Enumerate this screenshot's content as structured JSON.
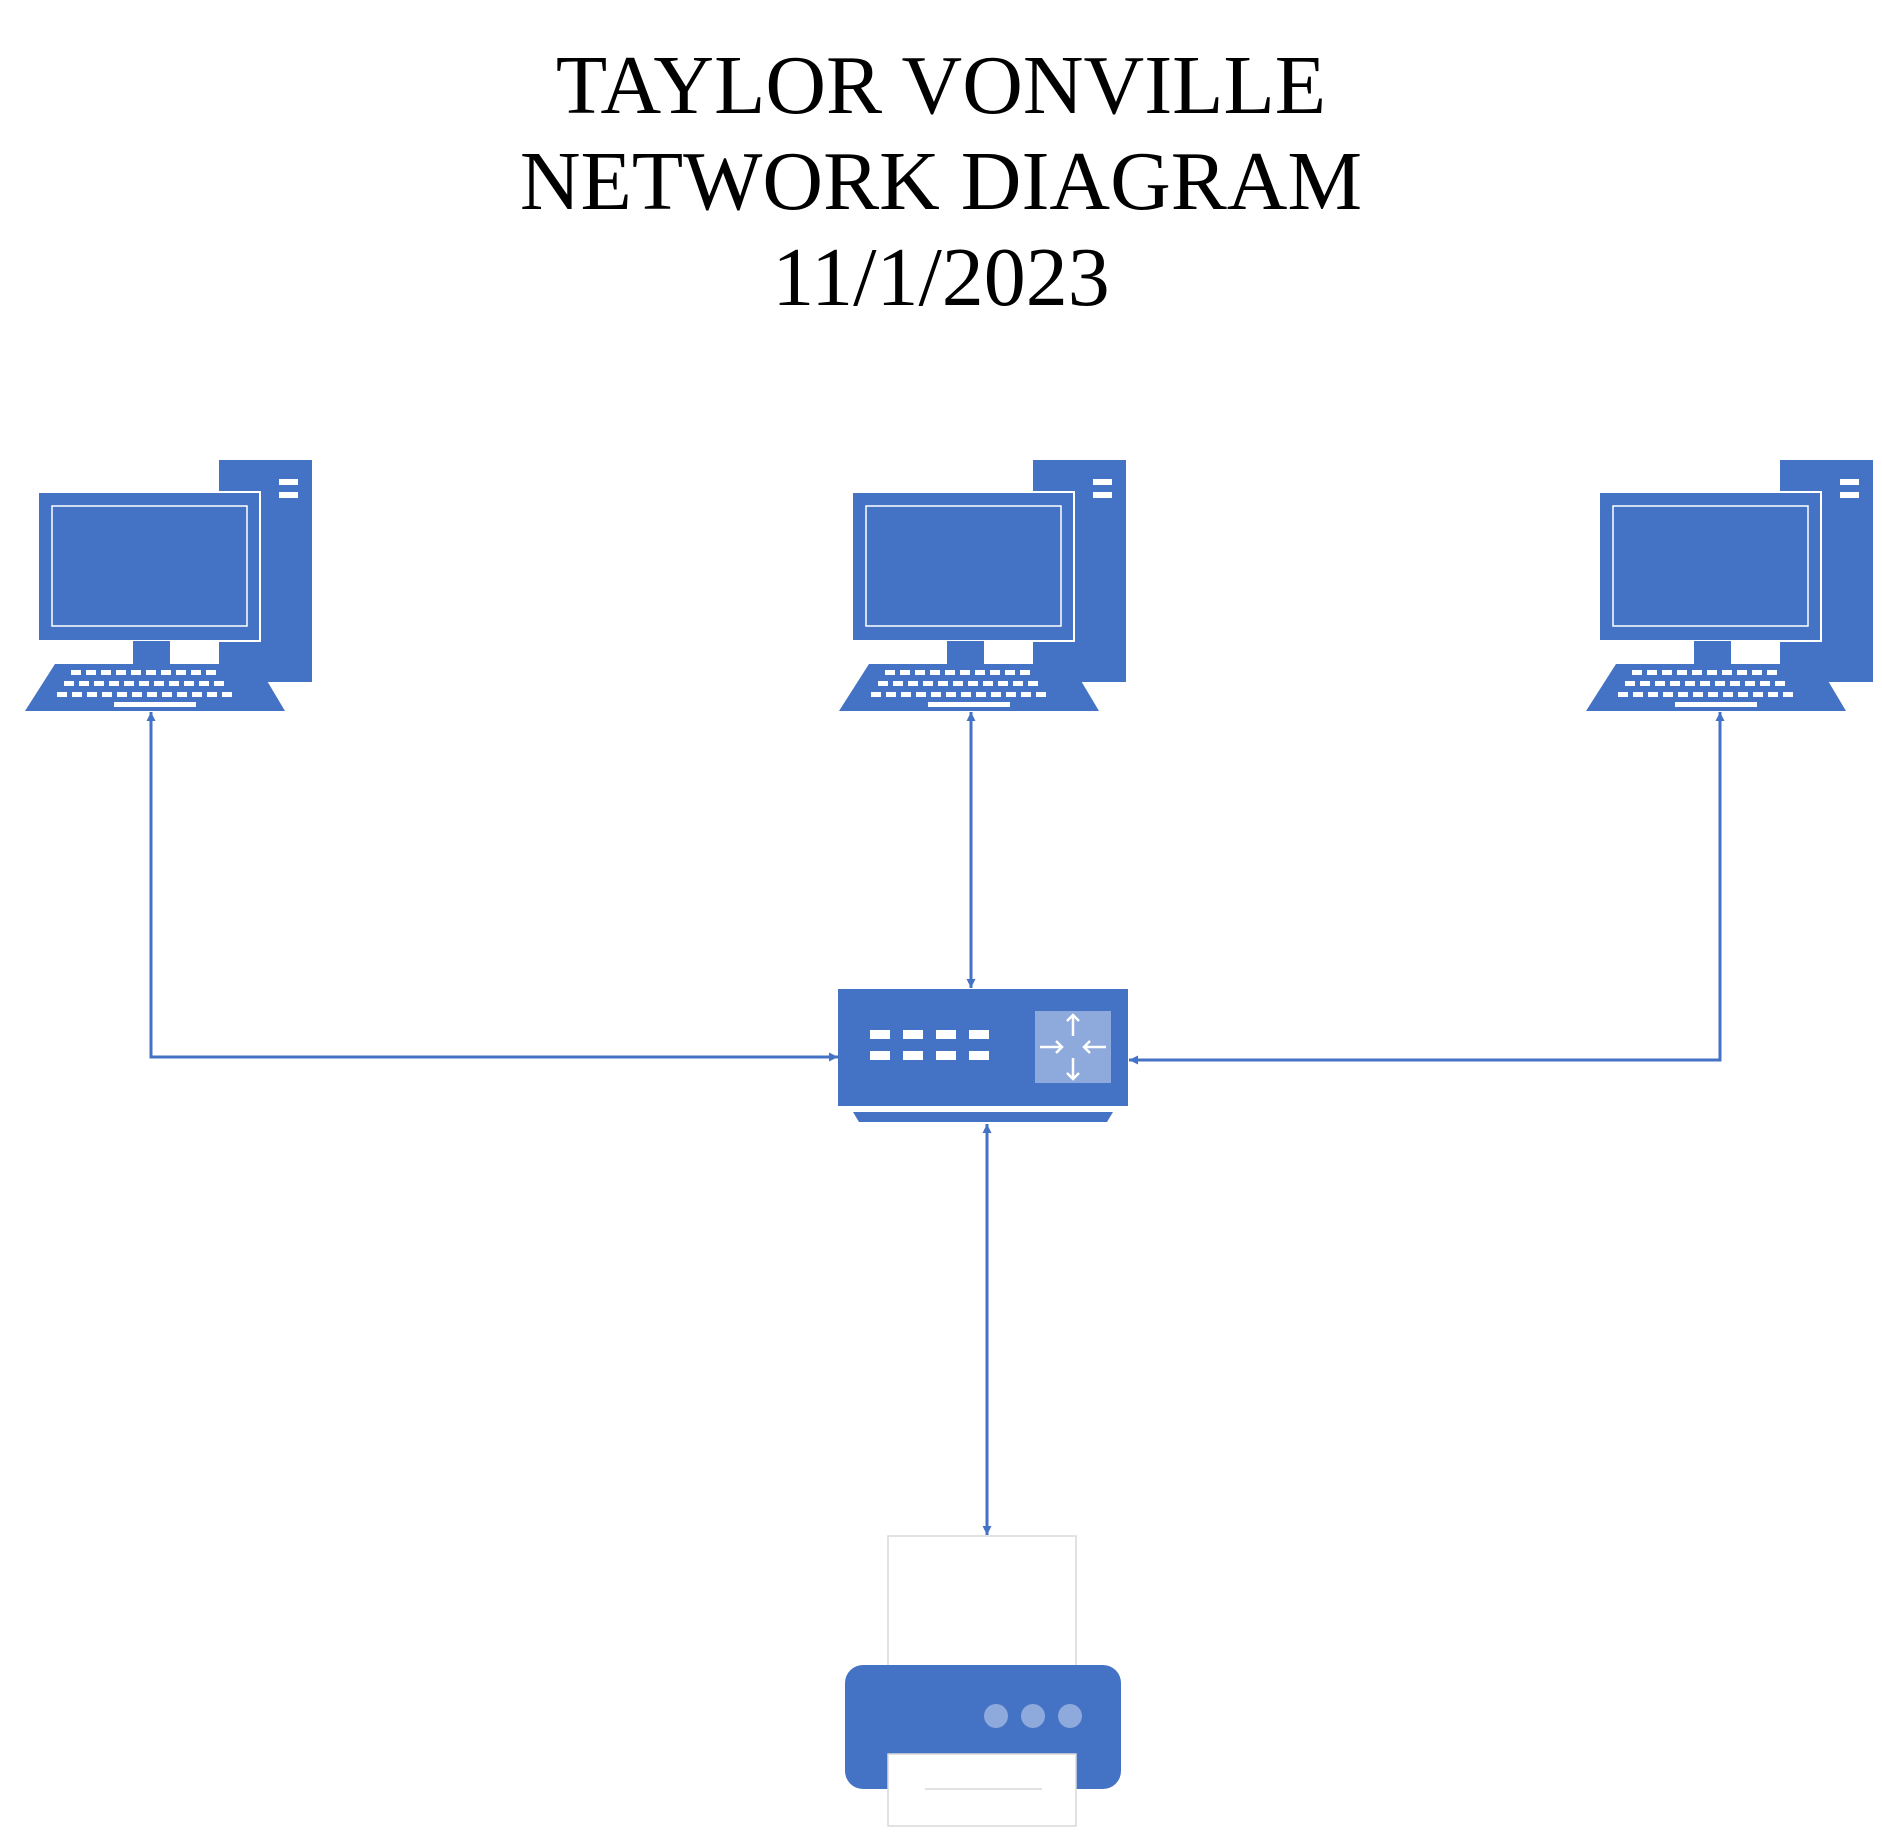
{
  "title": {
    "line1": "TAYLOR VONVILLE",
    "line2": "NETWORK DIAGRAM",
    "date": "11/1/2023"
  },
  "colors": {
    "device_blue": "#4472C4",
    "device_light": "#8EA9DB",
    "connector": "#4472C4",
    "paper_border": "#D9D9D9",
    "background": "#FFFFFF"
  },
  "nodes": [
    {
      "id": "computer-left",
      "icon": "desktop-computer-icon"
    },
    {
      "id": "computer-center",
      "icon": "desktop-computer-icon"
    },
    {
      "id": "computer-right",
      "icon": "desktop-computer-icon"
    },
    {
      "id": "switch",
      "icon": "network-switch-icon"
    },
    {
      "id": "printer",
      "icon": "printer-icon"
    }
  ],
  "edges": [
    {
      "from": "computer-left",
      "to": "switch",
      "direction": "both"
    },
    {
      "from": "computer-center",
      "to": "switch",
      "direction": "both"
    },
    {
      "from": "computer-right",
      "to": "switch",
      "direction": "both"
    },
    {
      "from": "switch",
      "to": "printer",
      "direction": "both"
    }
  ]
}
